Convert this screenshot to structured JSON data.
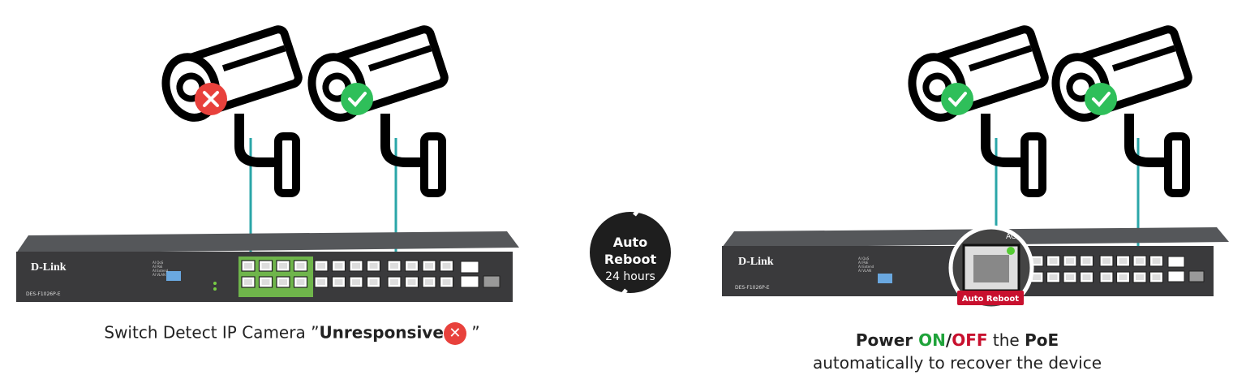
{
  "left_switch": {
    "brand": "D-Link",
    "model": "DES-F1026P-E",
    "sw_labels": [
      "AI QoS",
      "AI PoE",
      "AI Extend",
      "AI VLAN"
    ]
  },
  "right_switch": {
    "brand": "D-Link",
    "model": "DES-F1026P-E",
    "sw_labels": [
      "AI QoS",
      "AI PoE",
      "AI Extend",
      "AI VLAN"
    ],
    "zoom_label": "Auto Reboot",
    "zoom_port_text": "AC"
  },
  "center_badge": {
    "line1": "Auto",
    "line2": "Reboot",
    "line3": "24 hours"
  },
  "left_caption": {
    "prefix": "Switch Detect IP Camera ”",
    "bold": "Unresponsive",
    "suffix": " ”",
    "badge": "✕"
  },
  "right_caption": {
    "line1": {
      "w1": "Power ",
      "on": "ON",
      "slash": "/",
      "off": "OFF",
      "w2": " the ",
      "poe": "PoE"
    },
    "line2": "automatically to recover the device"
  },
  "colors": {
    "accent_green": "#1fa33a",
    "accent_red": "#c8102e",
    "cable": "#2aa6a8",
    "switch_body": "#3a3a3c",
    "badge_bg": "#1e1e1e"
  }
}
